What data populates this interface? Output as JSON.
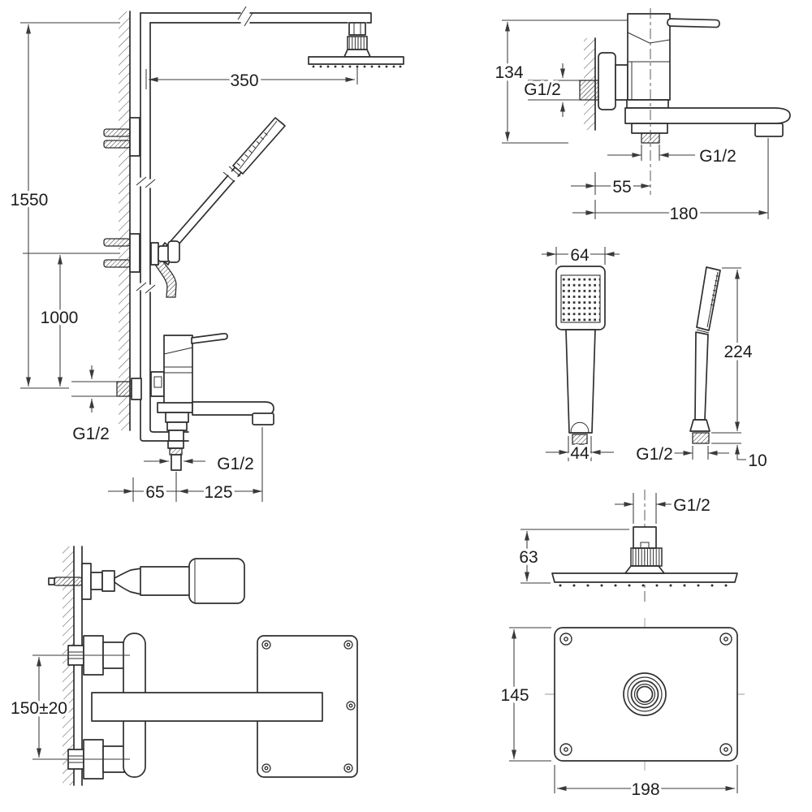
{
  "colors": {
    "line": "#2f2f2f",
    "dimension": "#3a3a3a",
    "text": "#1c1c1c",
    "background": "#ffffff"
  },
  "views": {
    "shower_column": {
      "total_height": "1550",
      "holder_height": "1000",
      "arm_reach": "350",
      "wall_thread": "G1/2",
      "outlet_thread": "G1/2",
      "wall_to_outlet": "65",
      "outlet_to_spout": "125"
    },
    "bath_mixer": {
      "body_height": "134",
      "wall_thread": "G1/2",
      "outlet_thread": "G1/2",
      "wall_to_outlet": "55",
      "spout_reach": "180"
    },
    "hand_shower": {
      "head_width": "64",
      "handle_width": "44",
      "length": "224",
      "thread": "G1/2",
      "thread_length": "10"
    },
    "overhead_shower_side": {
      "thread": "G1/2",
      "height": "63"
    },
    "overhead_shower_top": {
      "depth": "145",
      "width": "198"
    },
    "mixer_top_view": {
      "inlet_spacing": "150±20"
    }
  }
}
